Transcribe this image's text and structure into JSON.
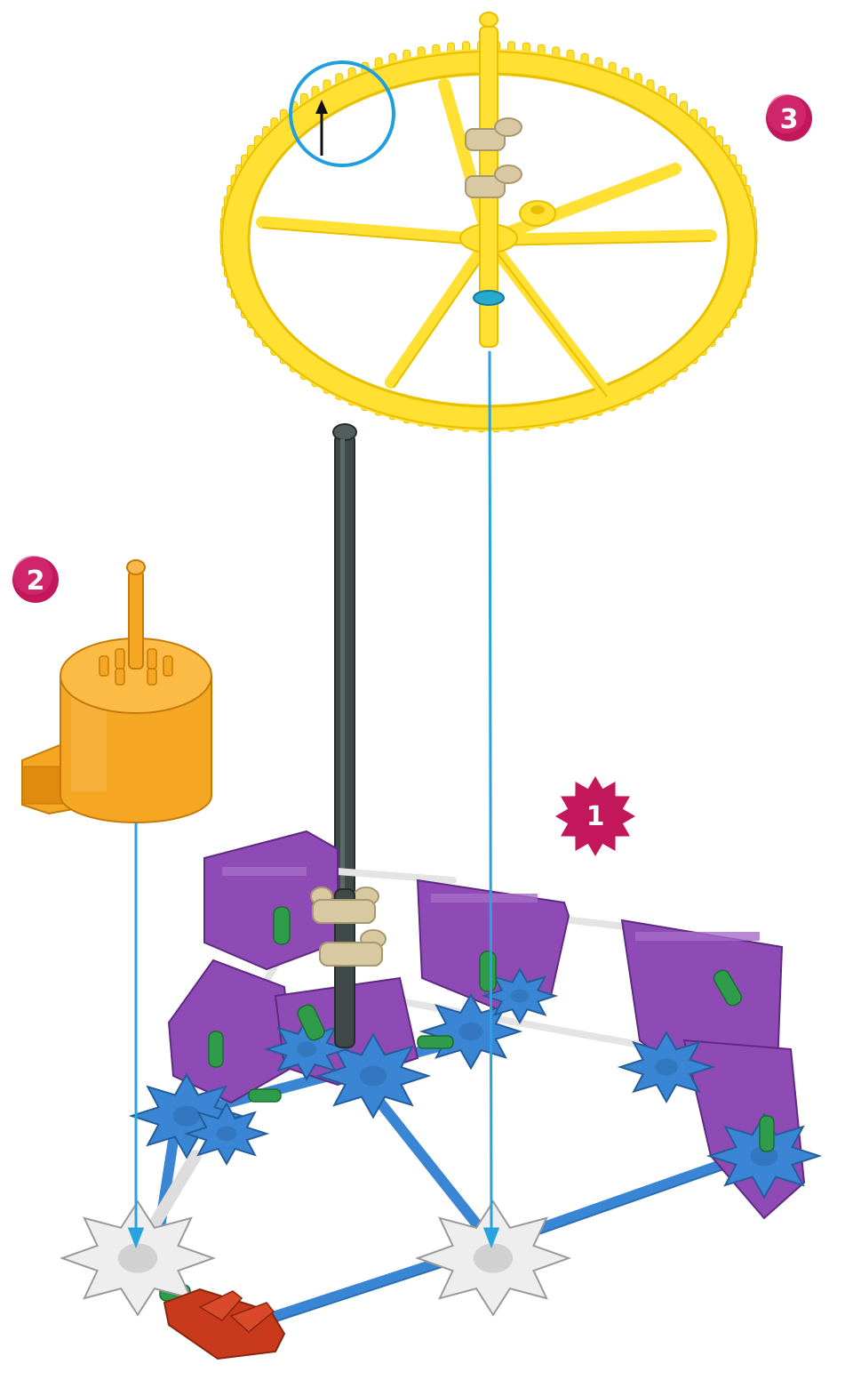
{
  "diagram": {
    "steps": [
      {
        "number": "1",
        "part": "base-frame",
        "badge_shape": "starburst"
      },
      {
        "number": "2",
        "part": "orange-motor",
        "badge_shape": "circle"
      },
      {
        "number": "3",
        "part": "yellow-gear-wheel",
        "badge_shape": "circle"
      }
    ],
    "colors": {
      "badge": "#c2185b",
      "guide_line": "#29a3e0",
      "gear": "#ffe033",
      "gear_dark": "#e8c000",
      "motor": "#f5a623",
      "rod": "#3f4a48",
      "purple": "#8e4bb5",
      "blue": "#3a86d4",
      "white": "#eeeeee",
      "green": "#2e9c4a",
      "red": "#c93a1c",
      "tan": "#d9c9a3"
    },
    "icons": [
      "direction-arrow-icon",
      "highlight-circle-icon"
    ]
  }
}
